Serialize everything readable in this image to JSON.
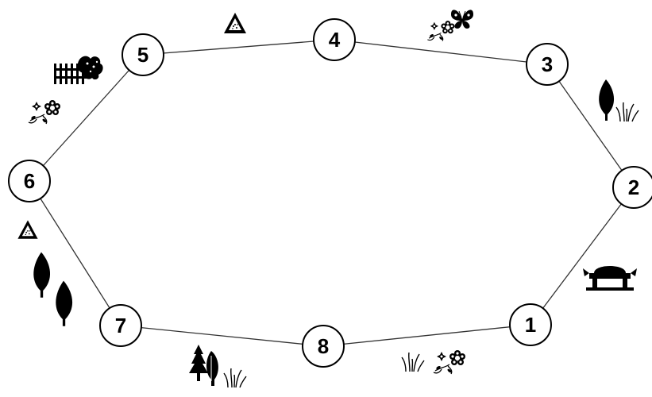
{
  "nodes": [
    {
      "id": "1",
      "label": "1"
    },
    {
      "id": "2",
      "label": "2"
    },
    {
      "id": "3",
      "label": "3"
    },
    {
      "id": "4",
      "label": "4"
    },
    {
      "id": "5",
      "label": "5"
    },
    {
      "id": "6",
      "label": "6"
    },
    {
      "id": "7",
      "label": "7"
    },
    {
      "id": "8",
      "label": "8"
    }
  ],
  "edges": [
    [
      "1",
      "2"
    ],
    [
      "2",
      "3"
    ],
    [
      "3",
      "4"
    ],
    [
      "4",
      "5"
    ],
    [
      "5",
      "6"
    ],
    [
      "6",
      "7"
    ],
    [
      "7",
      "8"
    ],
    [
      "8",
      "1"
    ]
  ],
  "icons": [
    "warning-triangle-icon",
    "butterfly-icon",
    "flower-icon",
    "leaf-icon",
    "grass-icon",
    "fence-icon",
    "bush-icon",
    "bench-icon",
    "tree-icon"
  ],
  "colors": {
    "stroke": "#000000",
    "line": "#333333",
    "background": "#ffffff"
  }
}
